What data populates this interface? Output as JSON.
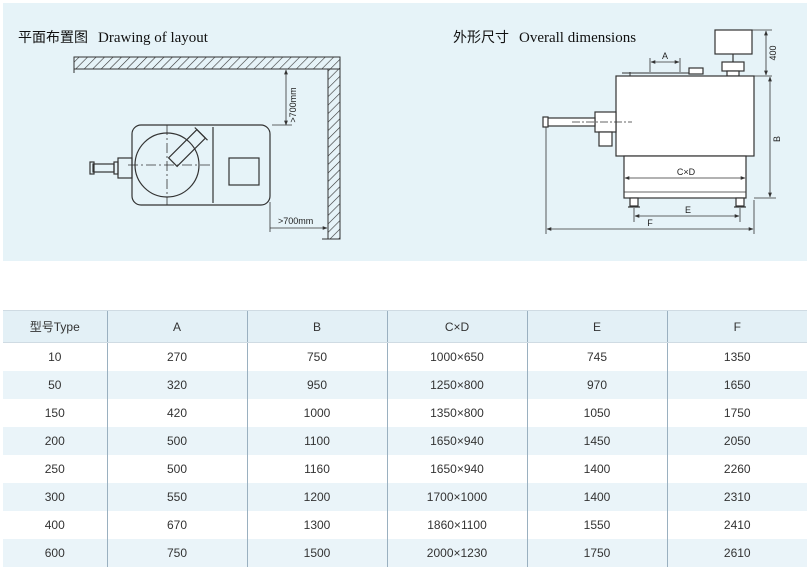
{
  "layout_title": {
    "zh": "平面布置图",
    "en": "Drawing of layout"
  },
  "layout_labels": {
    "clear_top": ">700mm",
    "clear_side": ">700mm"
  },
  "dims_title": {
    "zh": "外形尺寸",
    "en": "Overall dimensions"
  },
  "dims_labels": {
    "top_height": "400",
    "a": "A",
    "b": "B",
    "cxd": "C×D",
    "e": "E",
    "f": "F"
  },
  "table": {
    "headers": [
      "型号Type",
      "A",
      "B",
      "C×D",
      "E",
      "F"
    ],
    "rows": [
      [
        "10",
        "270",
        "750",
        "1000×650",
        "745",
        "1350"
      ],
      [
        "50",
        "320",
        "950",
        "1250×800",
        "970",
        "1650"
      ],
      [
        "150",
        "420",
        "1000",
        "1350×800",
        "1050",
        "1750"
      ],
      [
        "200",
        "500",
        "1100",
        "1650×940",
        "1450",
        "2050"
      ],
      [
        "250",
        "500",
        "1160",
        "1650×940",
        "1400",
        "2260"
      ],
      [
        "300",
        "550",
        "1200",
        "1700×1000",
        "1400",
        "2310"
      ],
      [
        "400",
        "670",
        "1300",
        "1860×1100",
        "1550",
        "2410"
      ],
      [
        "600",
        "750",
        "1500",
        "2000×1230",
        "1750",
        "2610"
      ]
    ]
  }
}
